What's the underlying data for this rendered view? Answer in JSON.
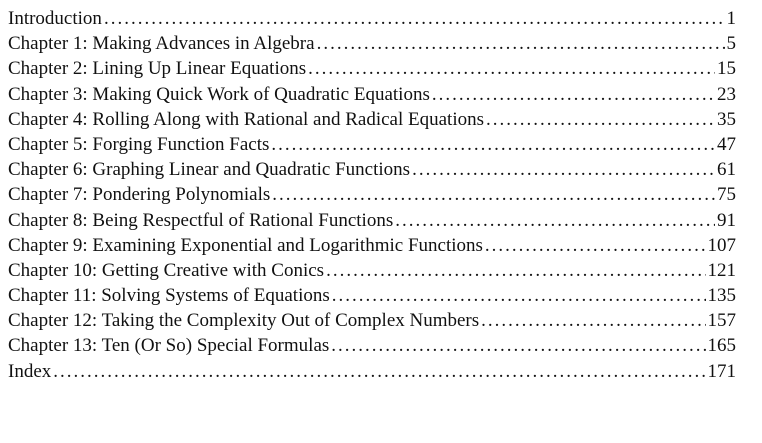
{
  "toc": {
    "entries": [
      {
        "title": "Introduction",
        "page": "1"
      },
      {
        "title": "Chapter 1: Making Advances in Algebra",
        "page": "5"
      },
      {
        "title": "Chapter 2: Lining Up Linear Equations",
        "page": "15"
      },
      {
        "title": "Chapter 3: Making Quick Work of Quadratic Equations",
        "page": "23"
      },
      {
        "title": "Chapter 4: Rolling Along with Rational and Radical Equations",
        "page": "35"
      },
      {
        "title": "Chapter 5: Forging Function Facts",
        "page": "47"
      },
      {
        "title": "Chapter 6: Graphing Linear and Quadratic Functions",
        "page": "61"
      },
      {
        "title": "Chapter 7: Pondering Polynomials",
        "page": "75"
      },
      {
        "title": "Chapter 8: Being Respectful of Rational Functions",
        "page": "91"
      },
      {
        "title": "Chapter 9: Examining Exponential and Logarithmic Functions",
        "page": "107"
      },
      {
        "title": "Chapter 10: Getting Creative with Conics",
        "page": "121"
      },
      {
        "title": "Chapter 11: Solving Systems of Equations",
        "page": "135"
      },
      {
        "title": "Chapter 12: Taking the Complexity Out of Complex Numbers",
        "page": "157"
      },
      {
        "title": "Chapter 13: Ten (Or So) Special Formulas",
        "page": "165"
      },
      {
        "title": "Index",
        "page": "171"
      }
    ]
  }
}
